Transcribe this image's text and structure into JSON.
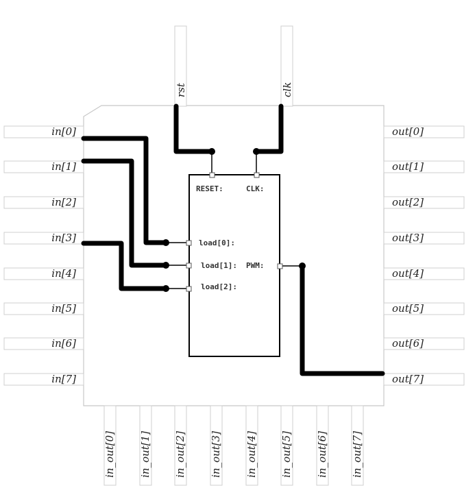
{
  "inputs": [
    "in[0]",
    "in[1]",
    "in[2]",
    "in[3]",
    "in[4]",
    "in[5]",
    "in[6]",
    "in[7]"
  ],
  "outputs": [
    "out[0]",
    "out[1]",
    "out[2]",
    "out[3]",
    "out[4]",
    "out[5]",
    "out[6]",
    "out[7]"
  ],
  "bidir": [
    "in_out[0]",
    "in_out[1]",
    "in_out[2]",
    "in_out[3]",
    "in_out[4]",
    "in_out[5]",
    "in_out[6]",
    "in_out[7]"
  ],
  "top": {
    "rst": "rst",
    "clk": "clk"
  },
  "component": {
    "reset": "RESET:",
    "clk": "CLK:",
    "load0": "load[0]:",
    "load1": "load[1]:",
    "load2": "load[2]:",
    "pwm": "PWM:"
  }
}
